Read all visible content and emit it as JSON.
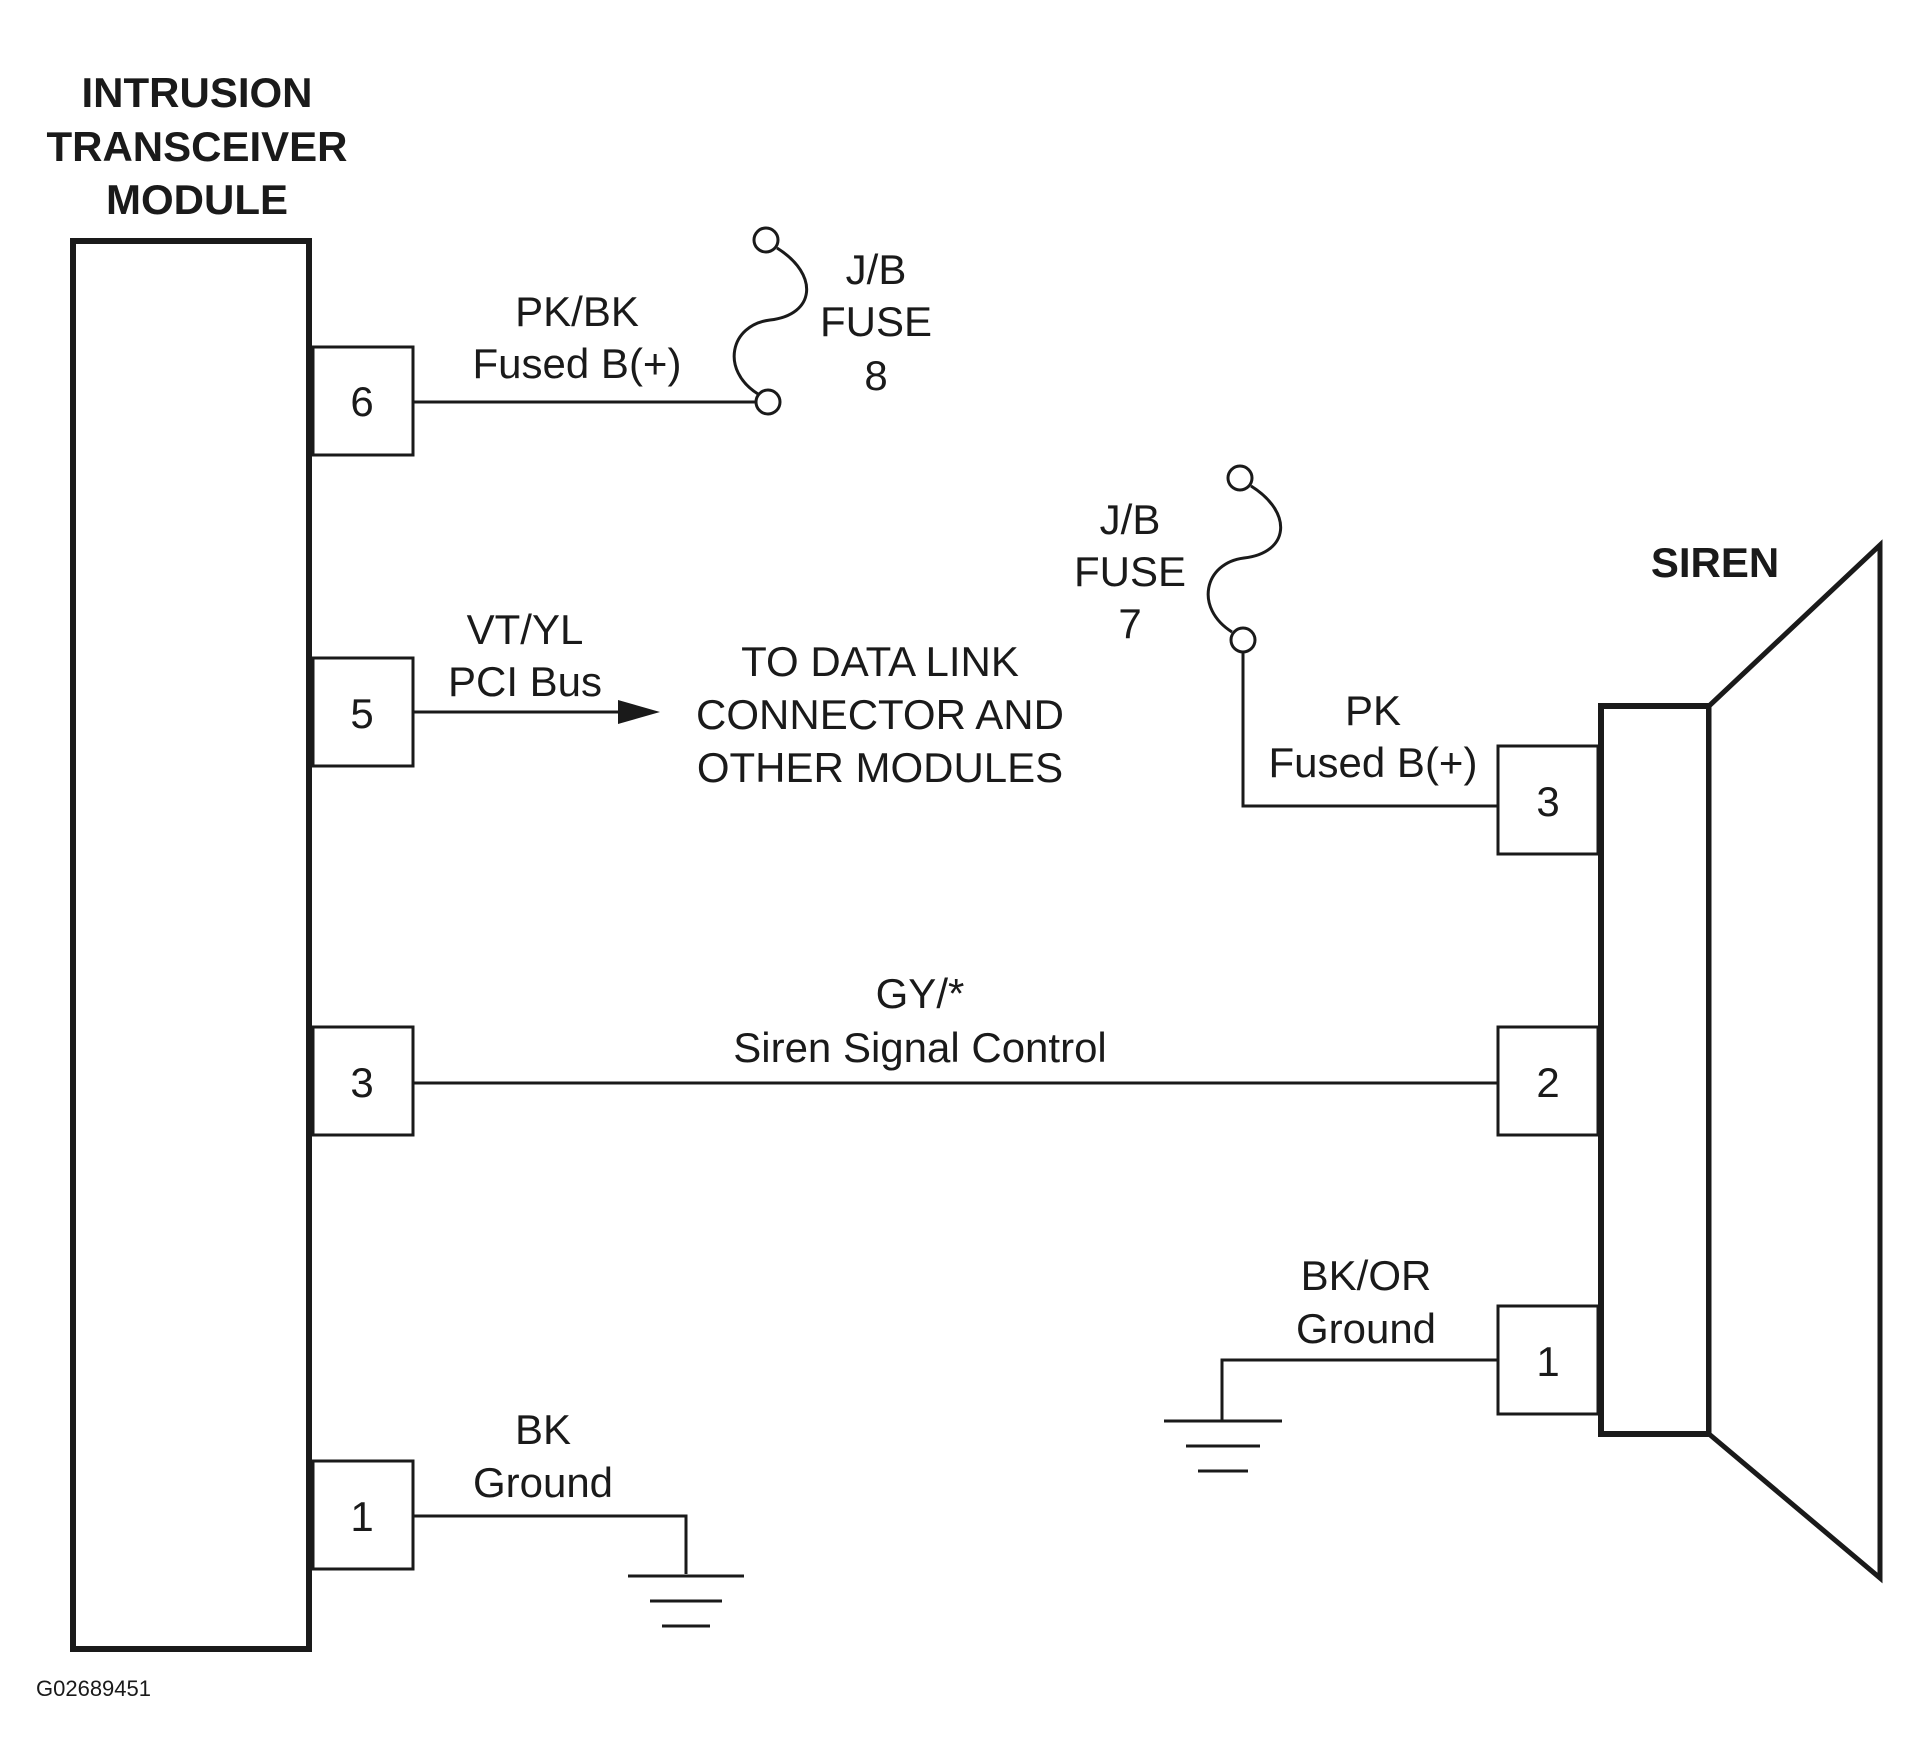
{
  "module": {
    "title_lines": [
      "INTRUSION",
      "TRANSCEIVER",
      "MODULE"
    ],
    "pins": [
      "6",
      "5",
      "3",
      "1"
    ]
  },
  "siren": {
    "title": "SIREN",
    "pins": [
      "3",
      "2",
      "1"
    ]
  },
  "fuse8": {
    "lines": [
      "J/B",
      "FUSE",
      "8"
    ]
  },
  "fuse7": {
    "lines": [
      "J/B",
      "FUSE",
      "7"
    ]
  },
  "wires": {
    "pin6": {
      "color": "PK/BK",
      "name": "Fused B(+)"
    },
    "pin5": {
      "color": "VT/YL",
      "name": "PCI Bus"
    },
    "pin3": {
      "color": "GY/*",
      "name": "Siren Signal Control"
    },
    "pin1": {
      "color": "BK",
      "name": "Ground"
    },
    "siren3": {
      "color": "PK",
      "name": "Fused B(+)"
    },
    "siren1": {
      "color": "BK/OR",
      "name": "Ground"
    }
  },
  "destination": {
    "lines": [
      "TO DATA LINK",
      "CONNECTOR AND",
      "OTHER MODULES"
    ]
  },
  "figure_code": "G02689451"
}
